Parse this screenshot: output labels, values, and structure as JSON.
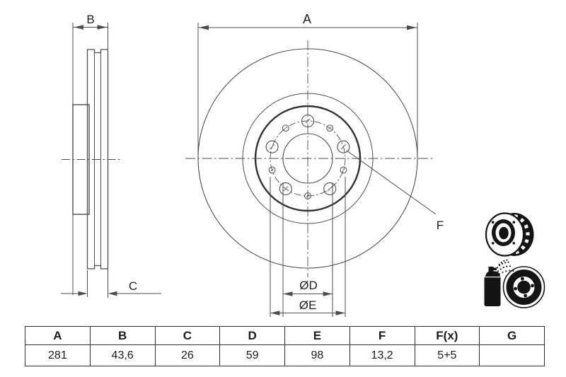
{
  "drawing": {
    "labels": {
      "a": "A",
      "b": "B",
      "c": "C",
      "f": "F",
      "d": "ØD",
      "e": "ØE"
    }
  },
  "table": {
    "headers": [
      "A",
      "B",
      "C",
      "D",
      "E",
      "F",
      "F(x)",
      "G"
    ],
    "values": [
      "281",
      "43,6",
      "26",
      "59",
      "98",
      "13,2",
      "5+5",
      ""
    ]
  },
  "icons": {
    "top_icon": "vented-brake-disc-3d",
    "bottom_icon": "spray-coated-brake-disc"
  },
  "colors": {
    "line": "#4d4d4d",
    "bold_line": "#303030",
    "text": "#222222",
    "icon": "#141414",
    "background": "#ffffff"
  }
}
